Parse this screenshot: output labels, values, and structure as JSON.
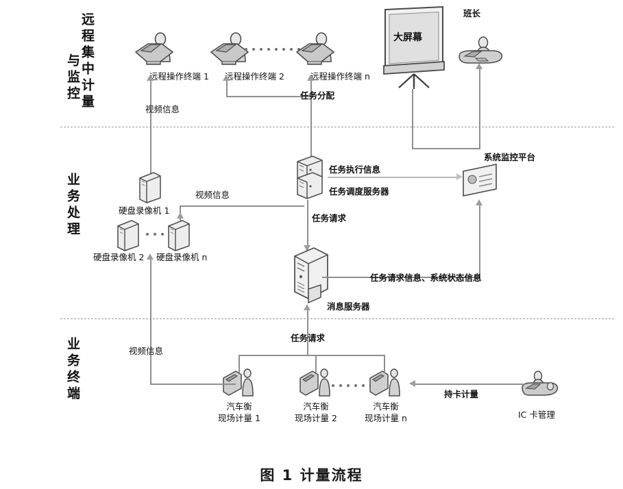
{
  "figure": {
    "caption": "图 1  计量流程"
  },
  "bands": [
    {
      "name": "remote-monitoring",
      "col_right": "远程集中计量",
      "col_left": "与监控"
    },
    {
      "name": "business-processing",
      "col_right": "业务处理",
      "col_left": ""
    },
    {
      "name": "business-terminal",
      "col_right": "业务终端",
      "col_left": ""
    }
  ],
  "nodes": {
    "remote_terminal_1": "远程操作终端 1",
    "remote_terminal_2": "远程操作终端 2",
    "remote_terminal_n": "远程操作终端 n",
    "big_screen": "大屏幕",
    "team_leader": "班长",
    "dvr_1": "硬盘录像机 1",
    "dvr_2": "硬盘录像机 2",
    "dvr_n": "硬盘录像机 n",
    "task_scheduler": "任务调度服务器",
    "monitor_platform": "系统监控平台",
    "message_server": "消息服务器",
    "scale_1_line1": "汽车衡",
    "scale_1_line2": "现场计量 1",
    "scale_2_line1": "汽车衡",
    "scale_2_line2": "现场计量 2",
    "scale_n_line1": "汽车衡",
    "scale_n_line2": "现场计量 n",
    "ic_card": "IC 卡管理"
  },
  "flows": {
    "video_info_top": "视频信息",
    "task_assign": "任务分配",
    "task_exec_info": "任务执行信息",
    "task_request_mid": "任务请求",
    "task_request_state": "任务请求信息、系统状态信息",
    "video_info_mid": "视频信息",
    "video_info_bottom": "视频信息",
    "task_request_bottom": "任务请求",
    "card_metering": "持卡计量"
  },
  "colors": {
    "line": "#8e8e8e",
    "line_light": "#b9b9b9",
    "dash": "#9a9a9a",
    "text": "#111111",
    "icon_fill": "#d8d8d8",
    "icon_stroke": "#555555"
  }
}
